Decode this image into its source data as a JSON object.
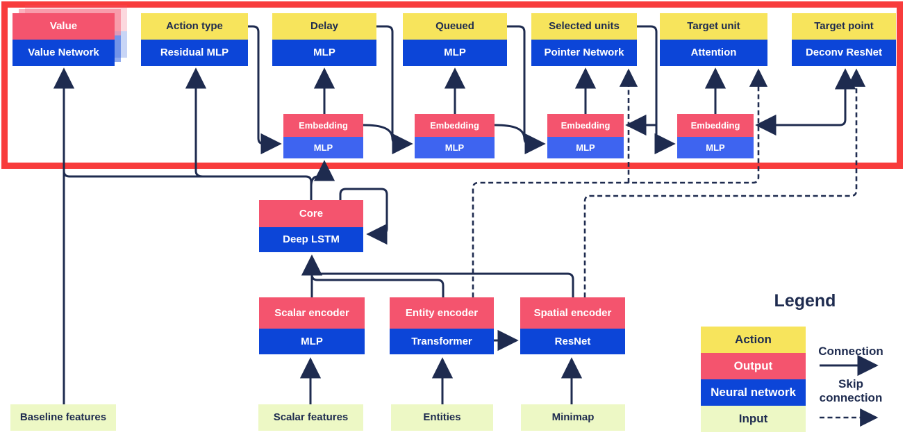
{
  "diagram": {
    "heads": [
      {
        "id": "value",
        "action": "Value",
        "network": "Value Network",
        "cap_color": "pink"
      },
      {
        "id": "action-type",
        "action": "Action type",
        "network": "Residual MLP",
        "cap_color": "yellow"
      },
      {
        "id": "delay",
        "action": "Delay",
        "network": "MLP",
        "cap_color": "yellow"
      },
      {
        "id": "queued",
        "action": "Queued",
        "network": "MLP",
        "cap_color": "yellow"
      },
      {
        "id": "selected-units",
        "action": "Selected units",
        "network": "Pointer Network",
        "cap_color": "yellow"
      },
      {
        "id": "target-unit",
        "action": "Target unit",
        "network": "Attention",
        "cap_color": "yellow"
      },
      {
        "id": "target-point",
        "action": "Target point",
        "network": "Deconv ResNet",
        "cap_color": "yellow"
      }
    ],
    "embeddings": [
      {
        "output": "Embedding",
        "network": "MLP"
      },
      {
        "output": "Embedding",
        "network": "MLP"
      },
      {
        "output": "Embedding",
        "network": "MLP"
      },
      {
        "output": "Embedding",
        "network": "MLP"
      }
    ],
    "core": {
      "output": "Core",
      "network": "Deep LSTM"
    },
    "encoders": [
      {
        "output": "Scalar encoder",
        "network": "MLP"
      },
      {
        "output": "Entity encoder",
        "network": "Transformer"
      },
      {
        "output": "Spatial encoder",
        "network": "ResNet"
      }
    ],
    "inputs": [
      {
        "label": "Baseline features"
      },
      {
        "label": "Scalar features"
      },
      {
        "label": "Entities"
      },
      {
        "label": "Minimap"
      }
    ]
  },
  "legend": {
    "title": "Legend",
    "items": [
      {
        "label": "Action",
        "color": "#f7e45c"
      },
      {
        "label": "Output",
        "color": "#f4546e"
      },
      {
        "label": "Neural network",
        "color": "#0c45d8"
      },
      {
        "label": "Input",
        "color": "#edf8c5"
      }
    ],
    "connection_label": "Connection",
    "skip_label_line1": "Skip",
    "skip_label_line2": "connection"
  },
  "colors": {
    "highlight_box": "#f83c3c",
    "action_yellow": "#f7e45c",
    "output_pink": "#f4546e",
    "network_blue": "#0c45d8",
    "embedding_blue": "#3e64f0",
    "input_green": "#edf8c5",
    "wire_navy": "#1e2b4f",
    "background": "#ffffff"
  }
}
